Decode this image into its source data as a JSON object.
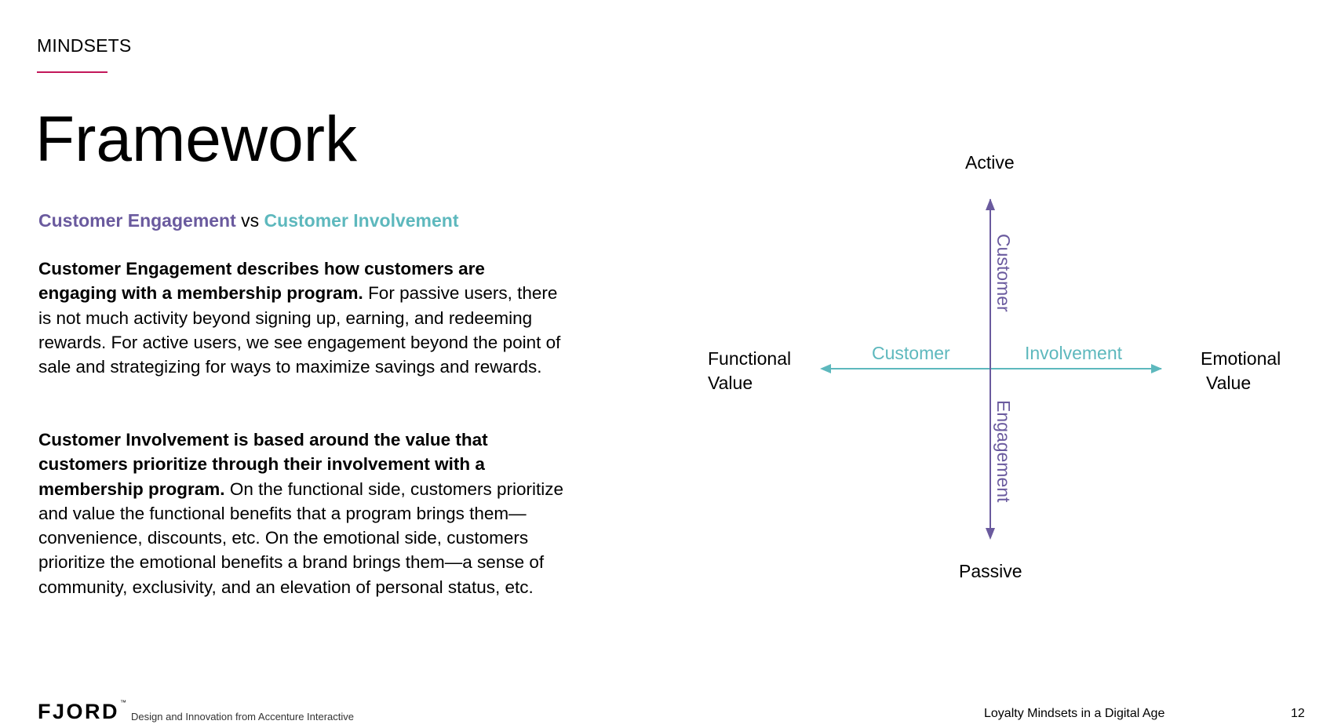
{
  "header": {
    "section": "MINDSETS",
    "title": "Framework",
    "accent_color": "#c2185b"
  },
  "subtitle": {
    "engagement": "Customer Engagement",
    "vs": " vs ",
    "involvement": "Customer Involvement",
    "engagement_color": "#6a5a9e",
    "involvement_color": "#5db8bd"
  },
  "paragraphs": [
    {
      "bold": "Customer Engagement describes how customers are engaging with a membership program.",
      "text": " For passive users, there is not much activity beyond signing up, earning, and redeeming rewards. For active users, we see engagement beyond the point of sale and strategizing for ways to maximize savings and rewards."
    },
    {
      "bold": "Customer Involvement is based around the value that customers prioritize through their involvement with a membership program.",
      "text": " On the functional side, customers prioritize and value the functional benefits that a program brings them—convenience, discounts, etc. On the emotional side, customers prioritize the emotional benefits a brand brings them—a sense of community, exclusivity, and an elevation of personal status, etc."
    }
  ],
  "diagram": {
    "top": "Active",
    "bottom": "Passive",
    "left_line1": "Functional",
    "left_line2": "Value",
    "right_line1": "Emotional",
    "right_line2": "Value",
    "h_axis_left": "Customer",
    "h_axis_right": "Involvement",
    "v_axis_top": "Customer",
    "v_axis_bottom": "Engagement"
  },
  "footer": {
    "brand": "FJORD",
    "trademark": "™",
    "tagline": "Design and Innovation from Accenture Interactive",
    "deck_title": "Loyalty Mindsets in a Digital Age",
    "page": "12"
  }
}
